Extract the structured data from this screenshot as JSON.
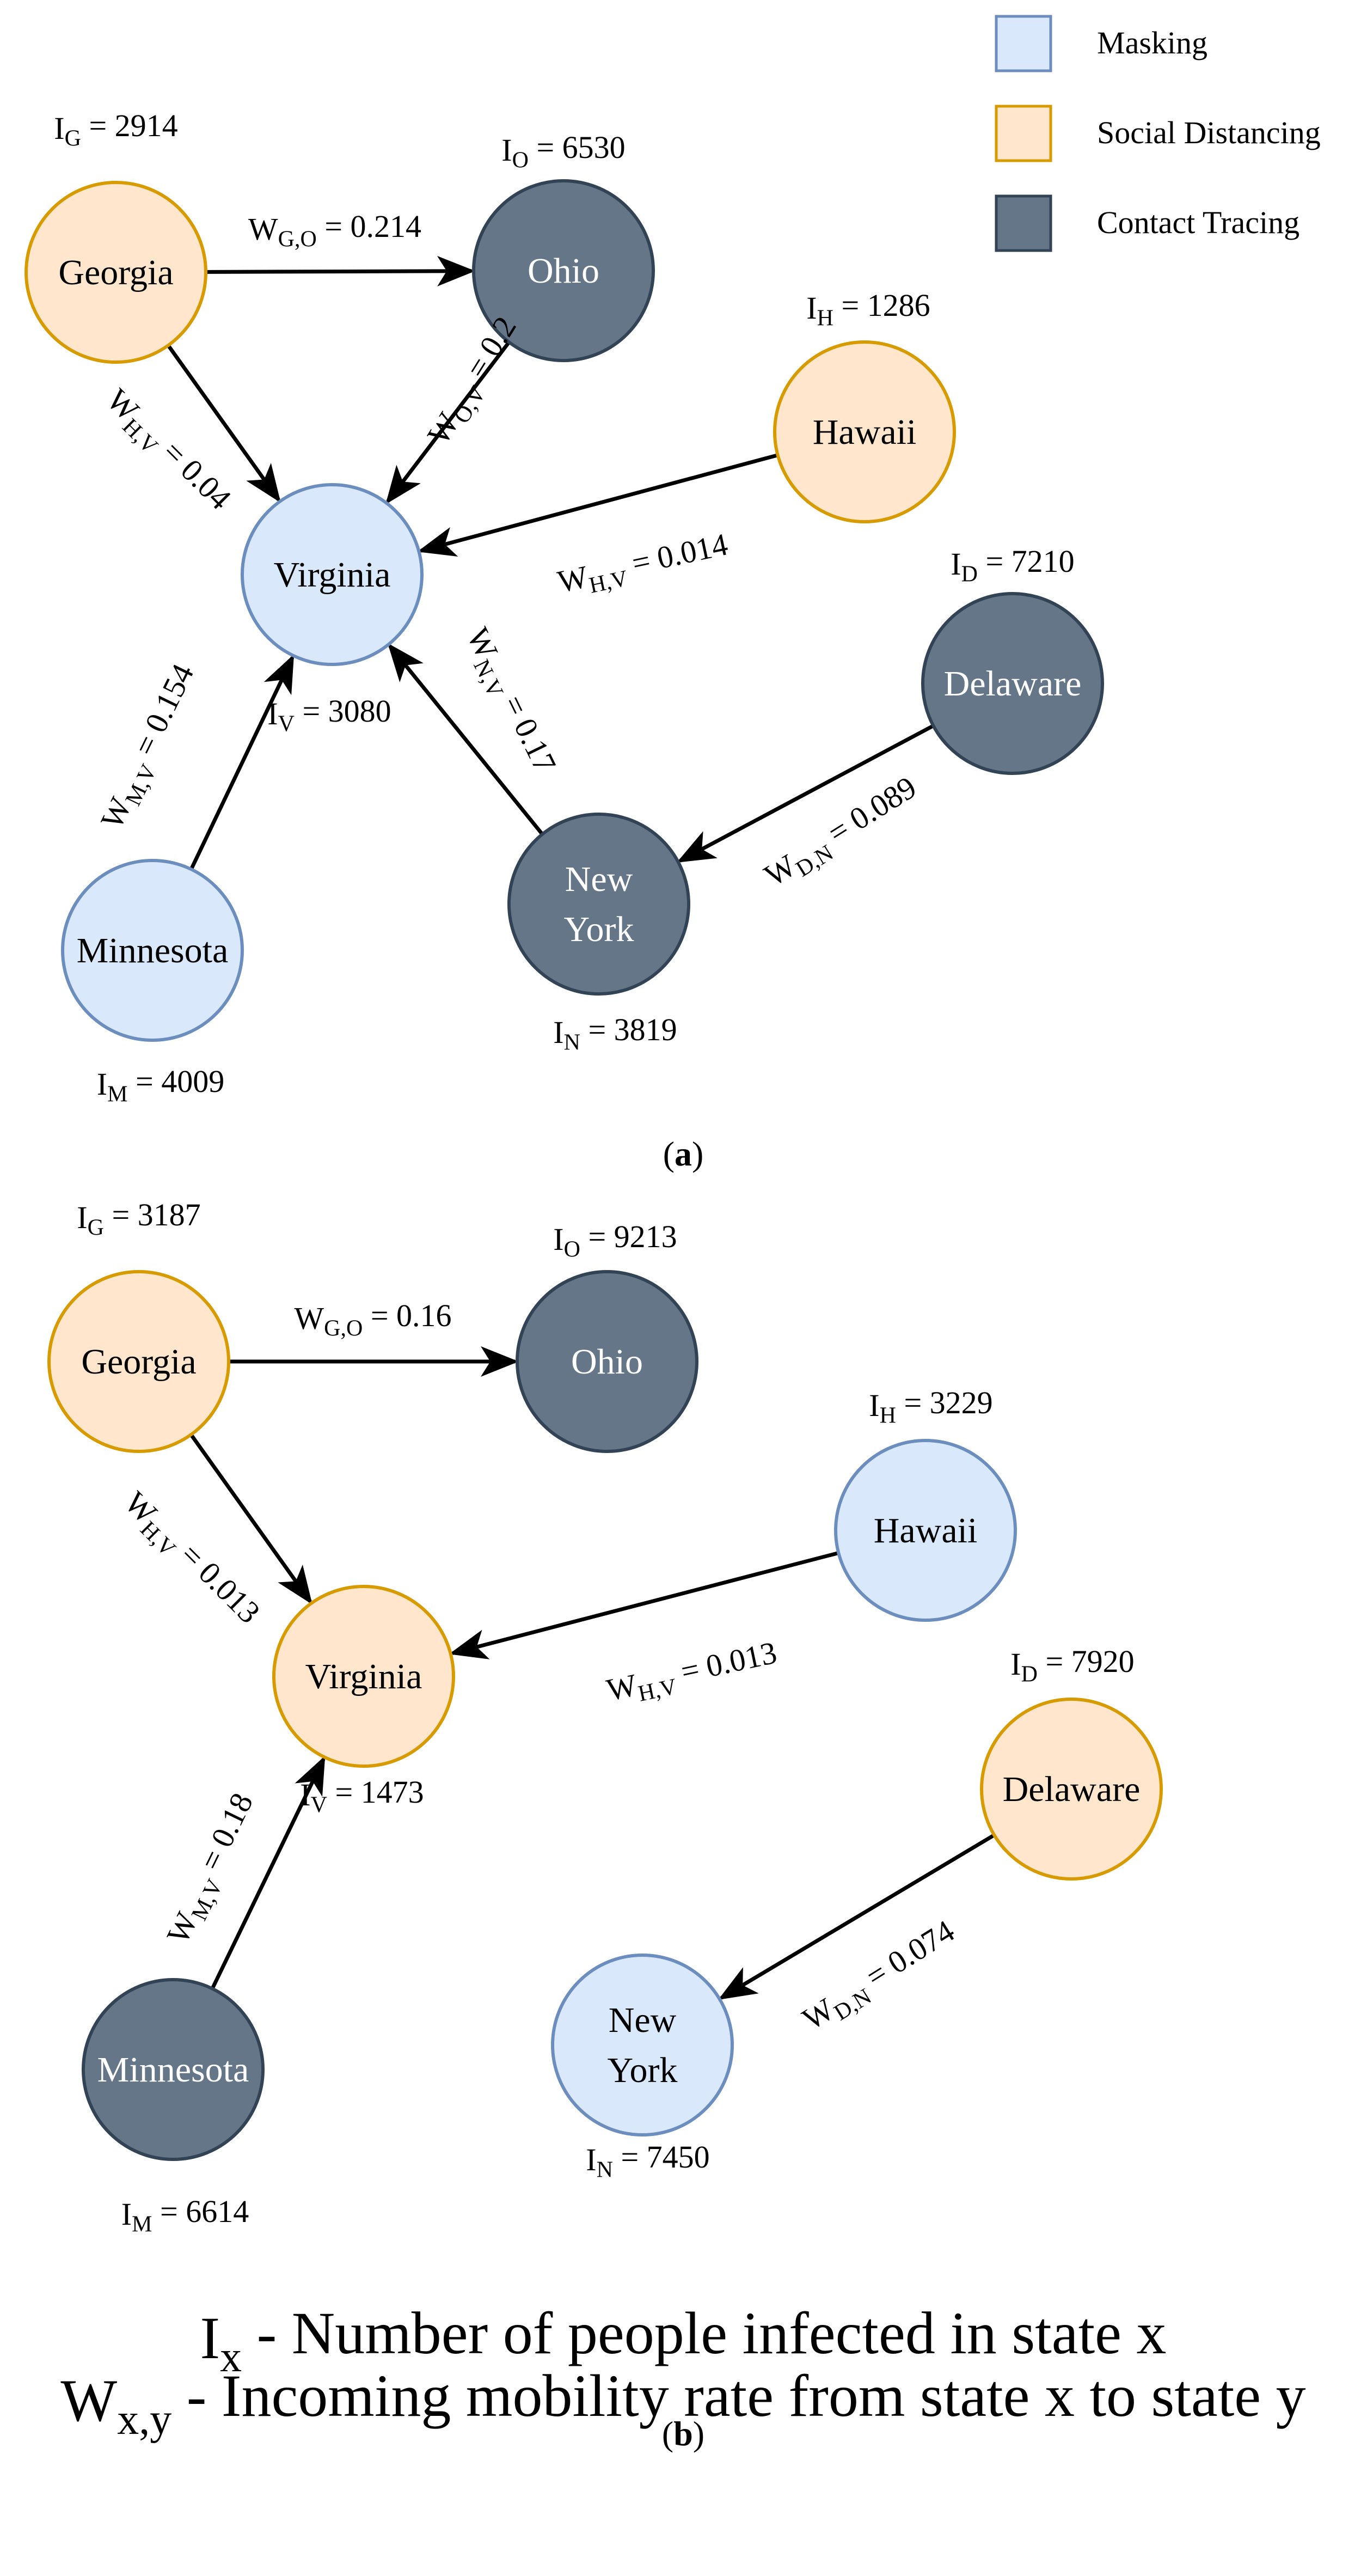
{
  "colors": {
    "masking_fill": "#dae8fc",
    "masking_stroke": "#6c8ebf",
    "social_fill": "#ffe6cc",
    "social_stroke": "#d79b00",
    "contact_fill": "#647687",
    "contact_stroke": "#314354",
    "edge": "#000000"
  },
  "legend": [
    {
      "key": "masking",
      "label": "Masking"
    },
    {
      "key": "social",
      "label": "Social Distancing"
    },
    {
      "key": "contact",
      "label": "Contact Tracing"
    }
  ],
  "panels": [
    {
      "id": "a",
      "caption": "a",
      "nodes": [
        {
          "id": "G",
          "lines": [
            "Georgia"
          ],
          "policy": "social",
          "count": {
            "base": "I",
            "sub": "G",
            "value": "2914"
          }
        },
        {
          "id": "O",
          "lines": [
            "Ohio"
          ],
          "policy": "contact",
          "count": {
            "base": "I",
            "sub": "O",
            "value": "6530"
          }
        },
        {
          "id": "H",
          "lines": [
            "Hawaii"
          ],
          "policy": "social",
          "count": {
            "base": "I",
            "sub": "H",
            "value": "1286"
          }
        },
        {
          "id": "V",
          "lines": [
            "Virginia"
          ],
          "policy": "masking",
          "count": {
            "base": "I",
            "sub": "V",
            "value": "3080"
          }
        },
        {
          "id": "D",
          "lines": [
            "Delaware"
          ],
          "policy": "contact",
          "count": {
            "base": "I",
            "sub": "D",
            "value": "7210"
          }
        },
        {
          "id": "M",
          "lines": [
            "Minnesota"
          ],
          "policy": "masking",
          "count": {
            "base": "I",
            "sub": "M",
            "value": "4009"
          }
        },
        {
          "id": "N",
          "lines": [
            "New",
            "York"
          ],
          "policy": "contact",
          "count": {
            "base": "I",
            "sub": "N",
            "value": "3819"
          }
        }
      ],
      "edges": [
        {
          "from": "G",
          "to": "O",
          "label": {
            "base": "W",
            "sub": "G,O",
            "value": "0.214"
          }
        },
        {
          "from": "G",
          "to": "V",
          "label": {
            "base": "W",
            "sub": "H,V",
            "value": "0.04"
          }
        },
        {
          "from": "O",
          "to": "V",
          "label": {
            "base": "W",
            "sub": "O,V",
            "value": "0.2"
          }
        },
        {
          "from": "H",
          "to": "V",
          "label": {
            "base": "W",
            "sub": "H,V",
            "value": "0.014"
          }
        },
        {
          "from": "M",
          "to": "V",
          "label": {
            "base": "W",
            "sub": "M,V",
            "value": "0.154"
          }
        },
        {
          "from": "N",
          "to": "V",
          "label": {
            "base": "W",
            "sub": "N,V",
            "value": "0.17"
          }
        },
        {
          "from": "D",
          "to": "N",
          "label": {
            "base": "W",
            "sub": "D,N",
            "value": "0.089"
          }
        }
      ]
    },
    {
      "id": "b",
      "caption": "b",
      "nodes": [
        {
          "id": "G",
          "lines": [
            "Georgia"
          ],
          "policy": "social",
          "count": {
            "base": "I",
            "sub": "G",
            "value": "3187"
          }
        },
        {
          "id": "O",
          "lines": [
            "Ohio"
          ],
          "policy": "contact",
          "count": {
            "base": "I",
            "sub": "O",
            "value": "9213"
          }
        },
        {
          "id": "H",
          "lines": [
            "Hawaii"
          ],
          "policy": "masking",
          "count": {
            "base": "I",
            "sub": "H",
            "value": "3229"
          }
        },
        {
          "id": "V",
          "lines": [
            "Virginia"
          ],
          "policy": "social",
          "count": {
            "base": "I",
            "sub": "V",
            "value": "1473"
          }
        },
        {
          "id": "D",
          "lines": [
            "Delaware"
          ],
          "policy": "social",
          "count": {
            "base": "I",
            "sub": "D",
            "value": "7920"
          }
        },
        {
          "id": "N",
          "lines": [
            "New",
            "York"
          ],
          "policy": "masking",
          "count": {
            "base": "I",
            "sub": "N",
            "value": "7450"
          }
        },
        {
          "id": "M",
          "lines": [
            "Minnesota"
          ],
          "policy": "contact",
          "count": {
            "base": "I",
            "sub": "M",
            "value": "6614"
          }
        }
      ],
      "edges": [
        {
          "from": "G",
          "to": "O",
          "label": {
            "base": "W",
            "sub": "G,O",
            "value": "0.16"
          }
        },
        {
          "from": "G",
          "to": "V",
          "label": {
            "base": "W",
            "sub": "H,V",
            "value": "0.013"
          }
        },
        {
          "from": "H",
          "to": "V",
          "label": {
            "base": "W",
            "sub": "H,V",
            "value": "0.013"
          }
        },
        {
          "from": "M",
          "to": "V",
          "label": {
            "base": "W",
            "sub": "M,V",
            "value": "0.18"
          }
        },
        {
          "from": "D",
          "to": "N",
          "label": {
            "base": "W",
            "sub": "D,N",
            "value": "0.074"
          }
        }
      ]
    }
  ],
  "footnotes": [
    {
      "base": "I",
      "sub": "x",
      "text": " - Number of people infected in state x"
    },
    {
      "base": "W",
      "sub": "x,y",
      "text": " - Incoming mobility rate from state x to state y"
    }
  ]
}
